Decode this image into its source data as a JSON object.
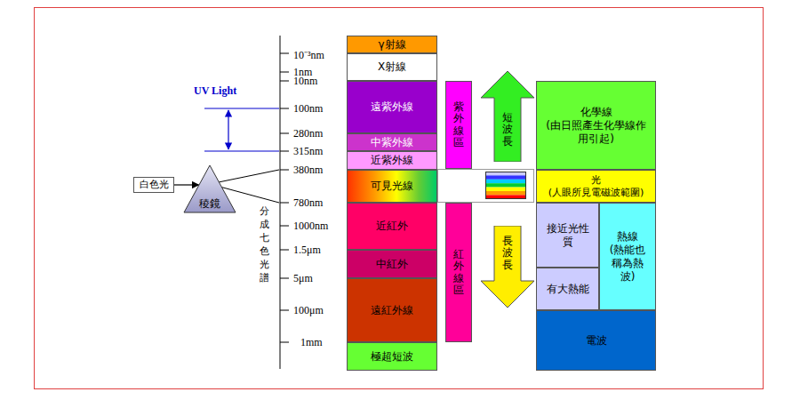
{
  "diagram": {
    "nodes": [
      {
        "text": [
          "白色光"
        ]
      },
      {
        "text": [
          "稜鏡"
        ]
      },
      {
        "text": [
          "γ射線"
        ]
      },
      {
        "text": [
          "X射線"
        ]
      },
      {
        "text": [
          "遠紫外線"
        ]
      },
      {
        "text": [
          "中紫外線"
        ]
      },
      {
        "text": [
          "近紫外線"
        ]
      },
      {
        "text": [
          "可見光線"
        ]
      },
      {
        "text": [
          "近紅外"
        ]
      },
      {
        "text": [
          "中紅外"
        ]
      },
      {
        "text": [
          "遠紅外線"
        ]
      },
      {
        "text": [
          "極超短波"
        ]
      },
      {
        "text": [
          "紫外線區"
        ]
      },
      {
        "text": [
          "紅外線區"
        ]
      },
      {
        "text": [
          "短波長"
        ]
      },
      {
        "text": [
          "長波長"
        ]
      },
      {
        "text": [
          "化學線",
          "(由日照產生化學線作用引起)"
        ]
      },
      {
        "text": [
          "光",
          "(人眼所見電磁波範圍)"
        ]
      },
      {
        "text": [
          "接近光性質"
        ]
      },
      {
        "text": [
          "有大熱能"
        ]
      },
      {
        "text": [
          "熱線",
          "(熱能也稱為熱波)"
        ]
      },
      {
        "text": [
          "電波"
        ]
      }
    ],
    "edges": [
      {
        "from": 0,
        "to": 1,
        "arrow": "to"
      }
    ],
    "labels": [
      "UV Light",
      "10⁻³nm",
      "1nm",
      "10nm",
      "100nm",
      "280nm",
      "315nm",
      "380nm",
      "780nm",
      "1000nm",
      "1.5μm",
      "5μm",
      "100μm",
      "1mm",
      "分成七色光譜"
    ]
  }
}
